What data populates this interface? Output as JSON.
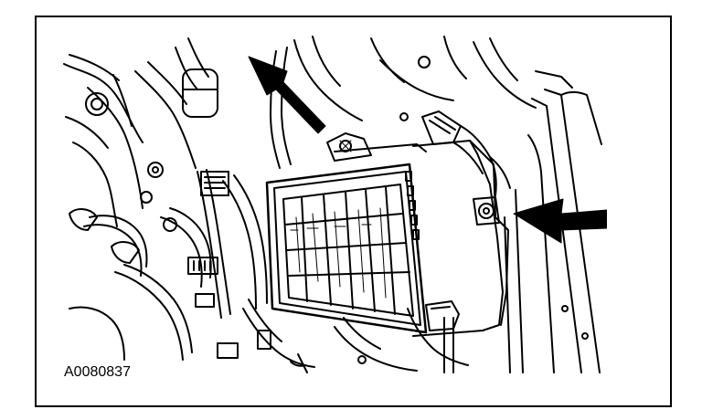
{
  "figure": {
    "id_label": "A0080837"
  },
  "colors": {
    "line": "#000000",
    "background": "#ffffff"
  },
  "callouts": [
    {
      "icon": "arrow-icon",
      "points_at": "upper-mounting-bolt"
    },
    {
      "icon": "arrow-icon",
      "points_at": "side-mounting-nut"
    }
  ]
}
